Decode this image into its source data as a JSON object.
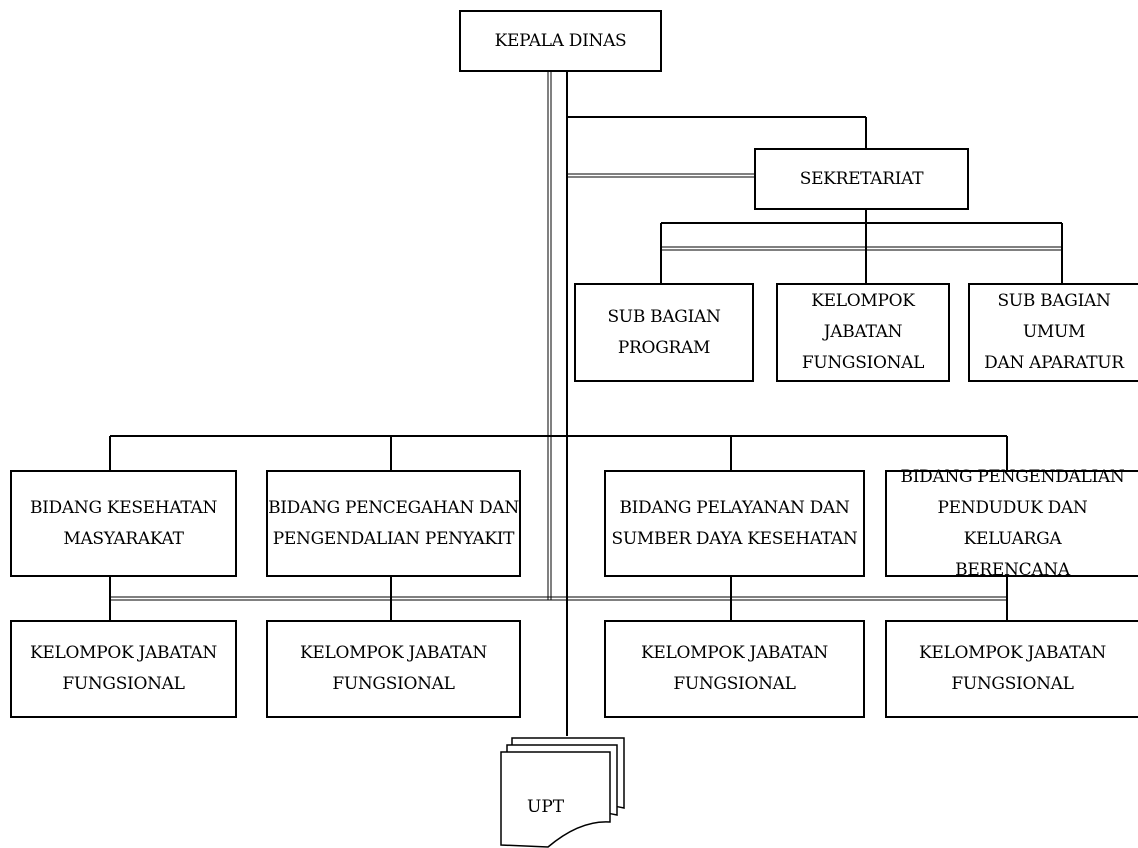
{
  "org": {
    "head": "KEPALA DINAS",
    "secretariat": "SEKRETARIAT",
    "sub_units": [
      "SUB BAGIAN\nPROGRAM",
      "KELOMPOK\nJABATAN\nFUNGSIONAL",
      "SUB BAGIAN UMUM\nDAN APARATUR"
    ],
    "divisions": [
      "BIDANG KESEHATAN\nMASYARAKAT",
      "BIDANG PENCEGAHAN DAN\nPENGENDALIAN PENYAKIT",
      "BIDANG PELAYANAN DAN\nSUMBER DAYA KESEHATAN",
      "BIDANG PENGENDALIAN\nPENDUDUK DAN KELUARGA\nBERENCANA"
    ],
    "functional_groups": [
      "KELOMPOK JABATAN\nFUNGSIONAL",
      "KELOMPOK JABATAN\nFUNGSIONAL",
      "KELOMPOK JABATAN\nFUNGSIONAL",
      "KELOMPOK JABATAN\nFUNGSIONAL"
    ],
    "upt": "UPT"
  },
  "colors": {
    "line": "#000000",
    "background": "#ffffff"
  }
}
